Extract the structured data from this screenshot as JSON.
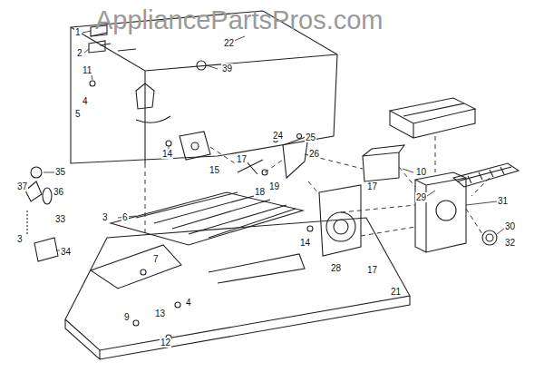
{
  "diagram": {
    "labels": [
      "AppliancePartsPros.com",
      "1",
      "2",
      "22",
      "39",
      "11",
      "4",
      "5",
      "29",
      "30",
      "10",
      "24",
      "25",
      "26",
      "14",
      "15",
      "17",
      "18",
      "19",
      "17",
      "35",
      "37",
      "36",
      "33",
      "3",
      "34",
      "3",
      "6",
      "31",
      "32",
      "14",
      "28",
      "17",
      "7",
      "21",
      "4",
      "13",
      "9",
      "12"
    ]
  }
}
